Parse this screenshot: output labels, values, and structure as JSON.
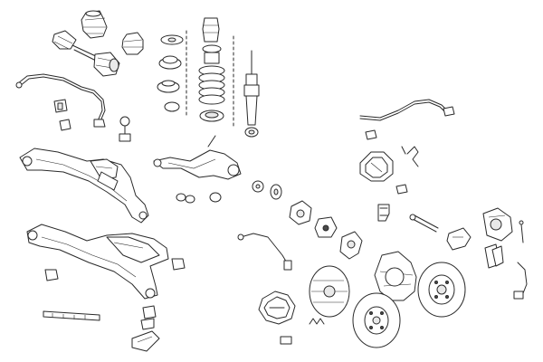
{
  "diagram": {
    "parts": [
      "drive-shaft-boot-large",
      "drive-shaft-boot-small",
      "axle-shaft",
      "stabilizer-bar",
      "stabilizer-bushings",
      "stabilizer-link",
      "bump-stop",
      "spring-seat-upper",
      "coil-spring",
      "spring-seat-lower",
      "shock-absorber",
      "front-subframe",
      "rear-subframe",
      "control-arm",
      "wheel-bearing",
      "wheel-hub",
      "brake-line",
      "parking-brake-cable",
      "brake-shoes",
      "brake-disc",
      "brake-drum",
      "dust-shield",
      "brake-caliper",
      "brake-pads",
      "wear-sensor",
      "wheel-cylinder"
    ]
  }
}
